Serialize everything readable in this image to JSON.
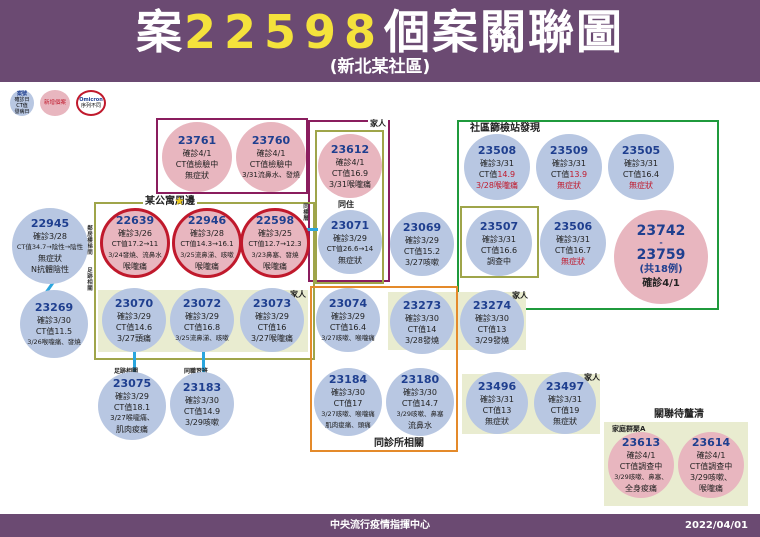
{
  "header": {
    "title_prefix": "案",
    "title_number": "22598",
    "title_suffix": "個案關聯圖",
    "subtitle": "(新北某社區)"
  },
  "legend": {
    "case_lines": [
      "案號",
      "確診日",
      "CT值",
      "發病日"
    ],
    "new_case": "新增個案",
    "omicron_lines": [
      "Omicron",
      "序列不同"
    ]
  },
  "groups": {
    "apartment": "某公寓周邊",
    "family_top": "家人",
    "cohabit": "同住",
    "screening": "社區篩檢站發現",
    "family_row3": "家人",
    "family_row3b": "家人",
    "clinic": "同診所相關",
    "family_row4": "家人",
    "pending": "關聯待釐清",
    "family_cluster": "家庭群聚A"
  },
  "edge_labels": {
    "neighbor_1": "鄰居",
    "neighbor_2": "樓梯間",
    "footbath_1": "足跡相關",
    "footbath_2": "足跡相關",
    "cowork": "同職習班",
    "same_space": "同樓層"
  },
  "nodes": {
    "n23761": {
      "id": "23761",
      "lines": [
        "確診4/1",
        "CT值檢驗中",
        "無症狀"
      ]
    },
    "n23760": {
      "id": "23760",
      "lines": [
        "確診4/1",
        "CT值檢驗中",
        "3/31流鼻水、發燒"
      ]
    },
    "n23612": {
      "id": "23612",
      "lines": [
        "確診4/1",
        "CT值16.9",
        "3/31喉嚨痛"
      ]
    },
    "n23071": {
      "id": "23071",
      "lines": [
        "確診3/29",
        "CT值26.6→14",
        "無症狀"
      ]
    },
    "n22639": {
      "id": "22639",
      "lines": [
        "確診3/26",
        "CT值17.2→11",
        "3/24發燒、流鼻水",
        "喉嚨痛"
      ]
    },
    "n22946": {
      "id": "22946",
      "lines": [
        "確診3/28",
        "CT值14.3→16.1",
        "3/25流鼻涕、咳嗽",
        "喉嚨痛"
      ]
    },
    "n22598": {
      "id": "22598",
      "lines": [
        "確診3/25",
        "CT值12.7→12.3",
        "3/23鼻塞、發燒",
        "喉嚨痛"
      ]
    },
    "n22945": {
      "id": "22945",
      "lines": [
        "確診3/28",
        "CT值34.7→陰性→陰性",
        "無症狀",
        "N抗體陰性"
      ]
    },
    "n23069": {
      "id": "23069",
      "lines": [
        "確診3/29",
        "CT值15.2",
        "3/27咳嗽"
      ]
    },
    "n23269": {
      "id": "23269",
      "lines": [
        "確診3/30",
        "CT值11.5",
        "3/26喉嚨痛、發燒"
      ]
    },
    "n23070": {
      "id": "23070",
      "lines": [
        "確診3/29",
        "CT值14.6",
        "3/27頭痛"
      ]
    },
    "n23072": {
      "id": "23072",
      "lines": [
        "確診3/29",
        "CT值16.8",
        "3/25流鼻涕、咳嗽"
      ]
    },
    "n23073": {
      "id": "23073",
      "lines": [
        "確診3/29",
        "CT值16",
        "3/27喉嚨痛"
      ]
    },
    "n23074": {
      "id": "23074",
      "lines": [
        "確診3/29",
        "CT值16.4",
        "3/27咳嗽、喉嚨痛"
      ]
    },
    "n23273": {
      "id": "23273",
      "lines": [
        "確診3/30",
        "CT值14",
        "3/28發燒"
      ]
    },
    "n23274": {
      "id": "23274",
      "lines": [
        "確診3/30",
        "CT值13",
        "3/29發燒"
      ]
    },
    "n23508": {
      "id": "23508",
      "lines": [
        "確診3/31",
        "CT值14.9",
        "3/28喉嚨痛"
      ],
      "red_lines": [
        1,
        2
      ]
    },
    "n23509": {
      "id": "23509",
      "lines": [
        "確診3/31",
        "CT值13.9",
        "無症狀"
      ],
      "red_lines": [
        1,
        2
      ]
    },
    "n23505": {
      "id": "23505",
      "lines": [
        "確診3/31",
        "CT值16.4",
        "無症狀"
      ],
      "red_lines": [
        2
      ]
    },
    "n23507": {
      "id": "23507",
      "lines": [
        "確診3/31",
        "CT值16.6",
        "調查中"
      ]
    },
    "n23506": {
      "id": "23506",
      "lines": [
        "確診3/31",
        "CT值16.7",
        "無症狀"
      ],
      "red_lines": [
        2
      ]
    },
    "n23075": {
      "id": "23075",
      "lines": [
        "確診3/29",
        "CT值18.1",
        "3/27喉嚨痛、",
        "肌肉痠痛"
      ]
    },
    "n23183": {
      "id": "23183",
      "lines": [
        "確診3/30",
        "CT值14.9",
        "3/29咳嗽"
      ]
    },
    "n23184": {
      "id": "23184",
      "lines": [
        "確診3/30",
        "CT值17",
        "3/27咳嗽、喉嚨痛",
        "肌肉痠痛、頭痛"
      ]
    },
    "n23180": {
      "id": "23180",
      "lines": [
        "確診3/30",
        "CT值14.7",
        "3/29咳嗽、鼻塞",
        "流鼻水"
      ]
    },
    "n23496": {
      "id": "23496",
      "lines": [
        "確診3/31",
        "CT值13",
        "無症狀"
      ]
    },
    "n23497": {
      "id": "23497",
      "lines": [
        "確診3/31",
        "CT值19",
        "無症狀"
      ]
    },
    "n23613": {
      "id": "23613",
      "lines": [
        "確診4/1",
        "CT值調查中",
        "3/29咳嗽、鼻塞、",
        "全身痠痛"
      ]
    },
    "n23614": {
      "id": "23614",
      "lines": [
        "確診4/1",
        "CT值調查中",
        "3/29咳嗽、",
        "喉嚨痛"
      ]
    },
    "big": {
      "from": "23742",
      "dash": "-",
      "to": "23759",
      "count": "(共18例)",
      "date": "確診4/1"
    }
  },
  "footer": {
    "center": "中央流行疫情指揮中心",
    "date": "2022/04/01"
  },
  "colors": {
    "header": "#6b4a72",
    "title_number": "#f4e23c",
    "id_text": "#1f3f8f",
    "alert_red": "#c0192c",
    "case_blue": "#b8c7e2",
    "case_pink": "#e8b6bf"
  }
}
